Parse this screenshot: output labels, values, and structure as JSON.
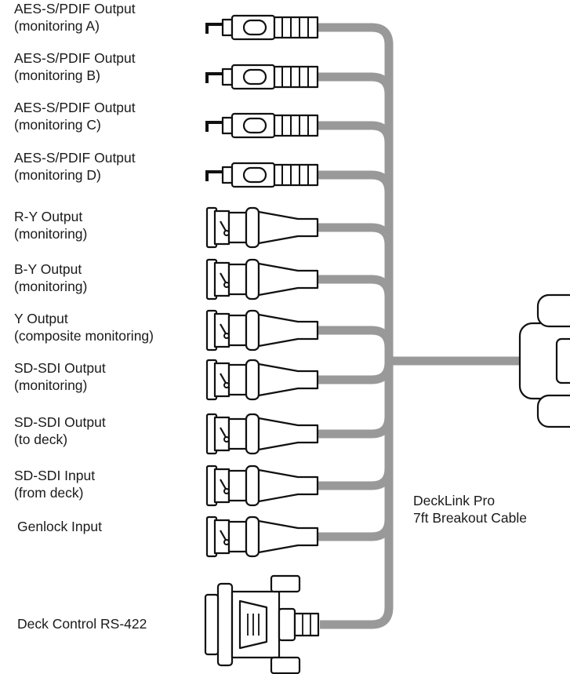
{
  "connectors": [
    {
      "type": "rca",
      "line1": "AES-S/PDIF Output",
      "line2": "(monitoring A)"
    },
    {
      "type": "rca",
      "line1": "AES-S/PDIF Output",
      "line2": "(monitoring B)"
    },
    {
      "type": "rca",
      "line1": "AES-S/PDIF Output",
      "line2": "(monitoring C)"
    },
    {
      "type": "rca",
      "line1": "AES-S/PDIF Output",
      "line2": "(monitoring D)"
    },
    {
      "type": "bnc",
      "line1": "R-Y Output",
      "line2": "(monitoring)"
    },
    {
      "type": "bnc",
      "line1": "B-Y Output",
      "line2": "(monitoring)"
    },
    {
      "type": "bnc",
      "line1": "Y Output",
      "line2": "(composite monitoring)"
    },
    {
      "type": "bnc",
      "line1": "SD-SDI Output",
      "line2": "(monitoring)"
    },
    {
      "type": "bnc",
      "line1": "SD-SDI Output",
      "line2": "(to deck)"
    },
    {
      "type": "bnc",
      "line1": "SD-SDI Input",
      "line2": "(from deck)"
    },
    {
      "type": "bnc",
      "line1": "Genlock Input",
      "line2": ""
    },
    {
      "type": "dsub",
      "line1": "Deck Control RS-422",
      "line2": ""
    }
  ],
  "cable": {
    "line1": "DeckLink Pro",
    "line2": "7ft Breakout Cable"
  },
  "colors": {
    "cable": "#999999",
    "outline": "#111111",
    "text": "#1a1a1a"
  }
}
